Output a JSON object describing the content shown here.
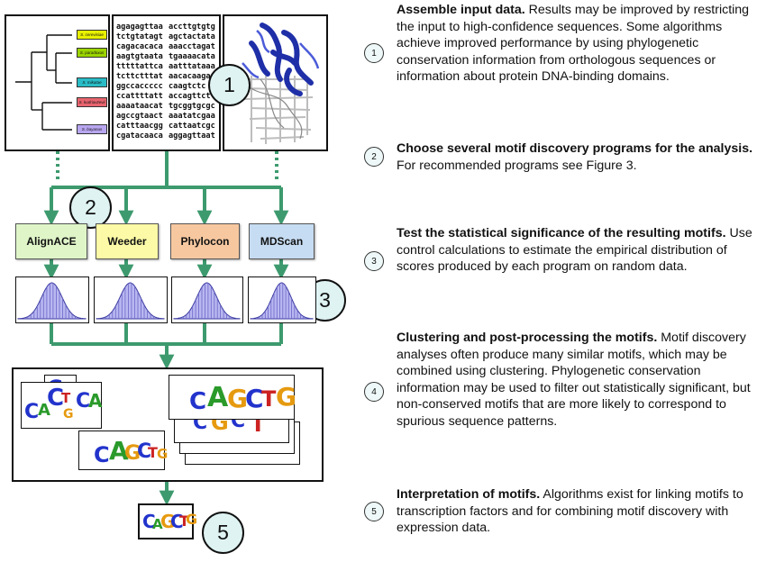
{
  "tree": {
    "leaves": [
      {
        "label": "S. cerevisiae",
        "color": "#e8f000"
      },
      {
        "label": "S. paradoxus",
        "color": "#9bd400"
      },
      {
        "label": "S. mikatae",
        "color": "#29bcc6"
      },
      {
        "label": "S. kudriavzevii",
        "color": "#e8646e"
      },
      {
        "label": "S. bayanus",
        "color": "#b8a6f0"
      }
    ]
  },
  "sequences": {
    "left": [
      "agagagttaa",
      "tctgtatagt",
      "cagacacaca",
      "aagtgtaata",
      "tttttattca",
      "tcttctttat",
      "ggccaccccc",
      "ccattttatt",
      "aaaataacat",
      "agccgtaact",
      "catttaacgg",
      "cgatacaaca"
    ],
    "right": [
      "accttgtgtg",
      "agctactata",
      "aaacctagat",
      "tgaaaacata",
      "aatttataaa",
      "aacacaaga",
      "caagtctc",
      "accagttct",
      "tgcggtgcgc",
      "aaatatcgaa",
      "cattaatcgc",
      "aggagttaat"
    ]
  },
  "programs": [
    {
      "label": "AlignACE",
      "color": "#dff5c8"
    },
    {
      "label": "Weeder",
      "color": "#fcfaa6"
    },
    {
      "label": "Phylocon",
      "color": "#f7c8a0"
    },
    {
      "label": "MDScan",
      "color": "#c6dcf2"
    }
  ],
  "motif": {
    "letters_short": [
      "C",
      "A",
      "C",
      "T",
      "G",
      "C",
      "A"
    ],
    "letters_long": [
      "C",
      "A",
      "G",
      "C",
      "T",
      "G"
    ]
  },
  "bubbles": [
    "1",
    "2",
    "3",
    "4",
    "5"
  ],
  "steps": [
    {
      "num": "1",
      "title": "Assemble input data.",
      "body": " Results may be improved by restricting the input to high-confidence sequences. Some algorithms achieve improved performance by using phylogenetic conservation information from orthologous sequences or information about protein DNA-binding domains."
    },
    {
      "num": "2",
      "title": "Choose several motif discovery programs for the analysis.",
      "body": " For recommended programs see Figure 3."
    },
    {
      "num": "3",
      "title": "Test the statistical significance of the resulting motifs.",
      "body": " Use control calculations to estimate the empirical distribution of scores produced by each program on random data."
    },
    {
      "num": "4",
      "title": "Clustering and post-processing the motifs.",
      "body": "  Motif discovery analyses often produce many similar motifs, which may be combined using clustering. Phylogenetic conservation information may be used to filter out statistically significant, but non-conserved motifs that are more likely to correspond to spurious sequence patterns."
    },
    {
      "num": "5",
      "title": "Interpretation of motifs.",
      "body": "  Algorithms exist for linking motifs to transcription factors and for combining motif discovery with expression data."
    }
  ],
  "colors": {
    "arrow": "#3d9a6e",
    "bubble_fill": "#dff3f3",
    "curve_fill": "#b9b7f0"
  }
}
